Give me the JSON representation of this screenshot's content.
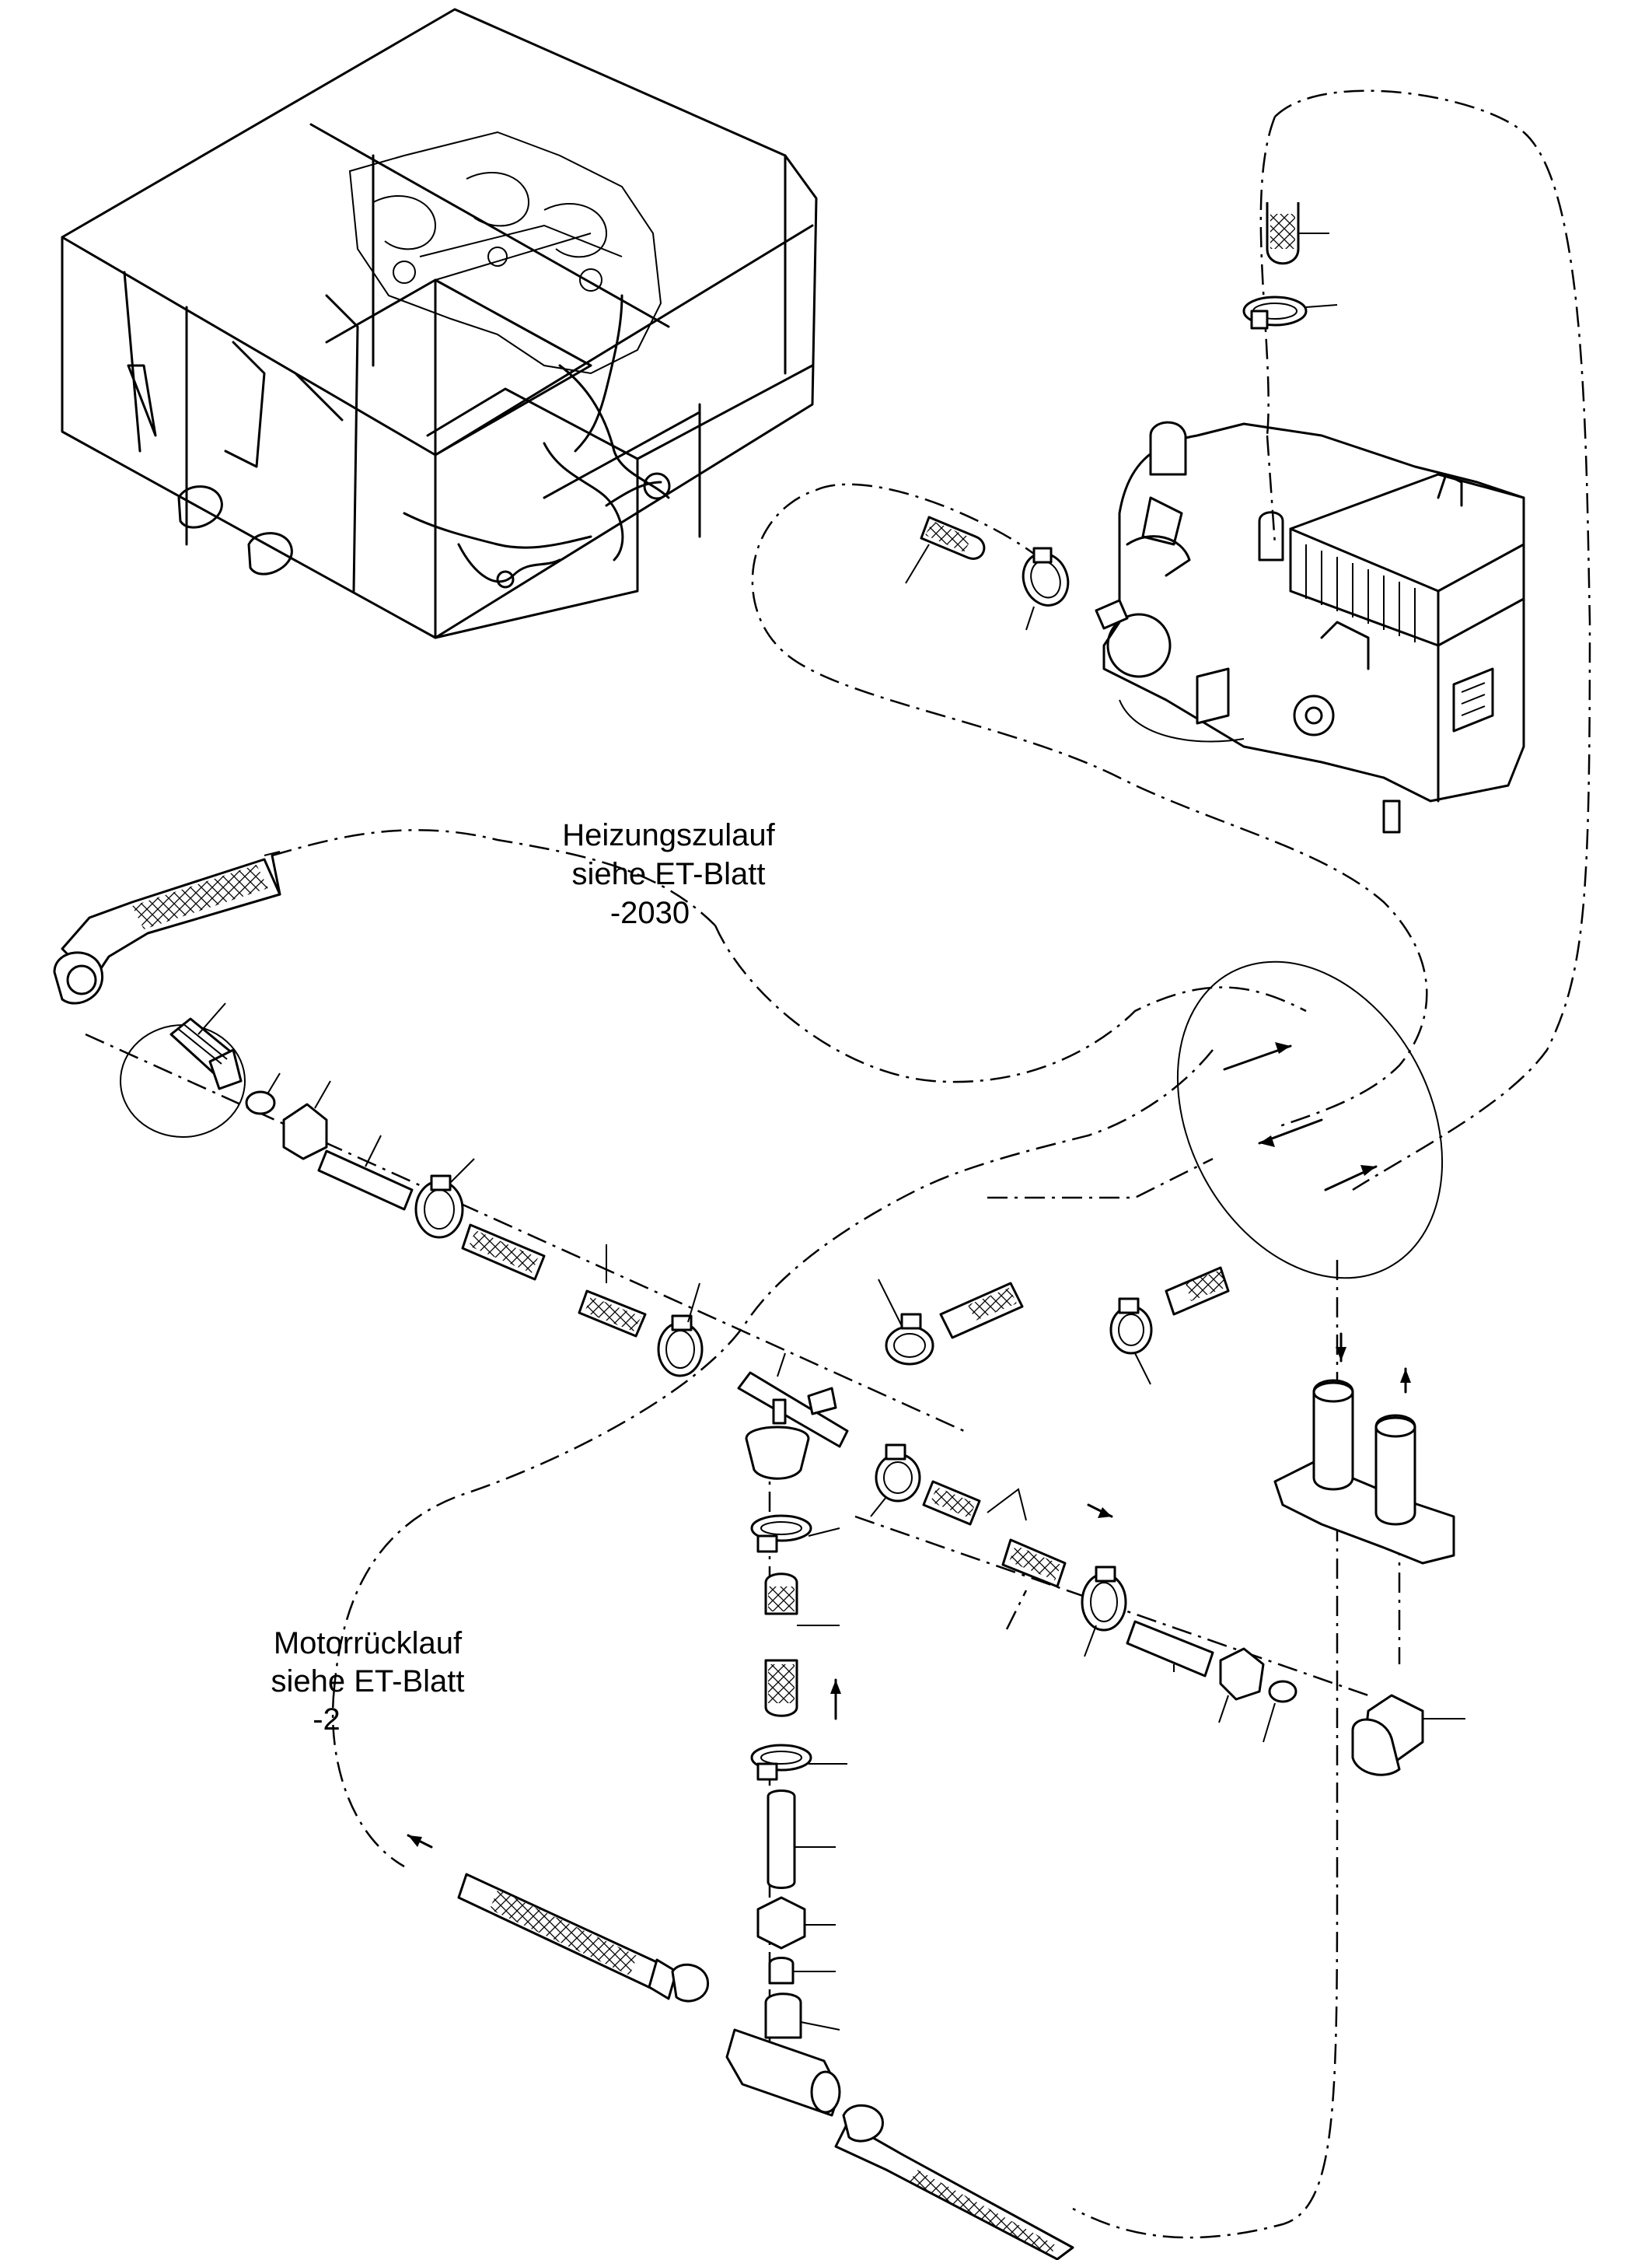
{
  "diagram": {
    "labels": {
      "supply_line1": "Heizungszulauf",
      "supply_line2": "siehe ET-Blatt",
      "supply_line3": "-2030",
      "return_line1": "Motorrücklauf",
      "return_line2": "siehe ET-Blatt",
      "return_line3": "-2"
    },
    "colors": {
      "stroke": "#000000",
      "background": "#ffffff"
    },
    "icons": [
      "machine-frame-icon",
      "heater-unit-icon",
      "hose-icon",
      "hose-clamp-icon",
      "tee-fitting-icon",
      "connector-block-icon",
      "flow-arrow-icon"
    ]
  }
}
